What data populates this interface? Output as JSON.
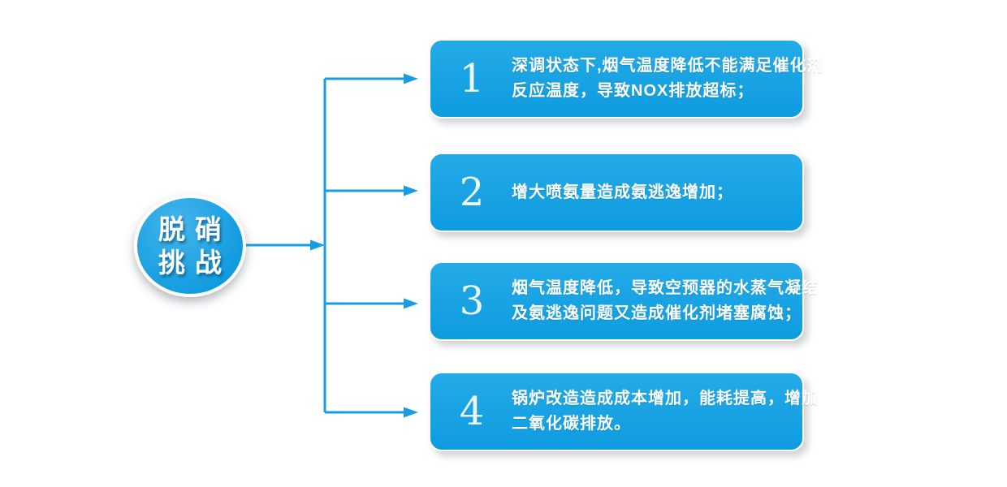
{
  "colors": {
    "accent": "#189de4",
    "box_gradient_top": "#24aae8",
    "box_gradient_bottom": "#0e9cdf",
    "circle_light": "#45b5ec",
    "circle_dark": "#0d9ade",
    "text": "#ffffff"
  },
  "root_node": {
    "line1": "脱硝",
    "line2": "挑战"
  },
  "challenges": [
    {
      "number": "1",
      "lines": [
        "深调状态下,烟气温度降低不能满足催化剂",
        "反应温度，导致NOX排放超标；"
      ]
    },
    {
      "number": "2",
      "lines": [
        "增大喷氨量造成氨逃逸增加；"
      ]
    },
    {
      "number": "3",
      "lines": [
        "烟气温度降低，导致空预器的水蒸气凝结",
        "及氨逃逸问题又造成催化剂堵塞腐蚀；"
      ]
    },
    {
      "number": "4",
      "lines": [
        "锅炉改造造成成本增加，能耗提高，增加",
        "二氧化碳排放。"
      ]
    }
  ]
}
